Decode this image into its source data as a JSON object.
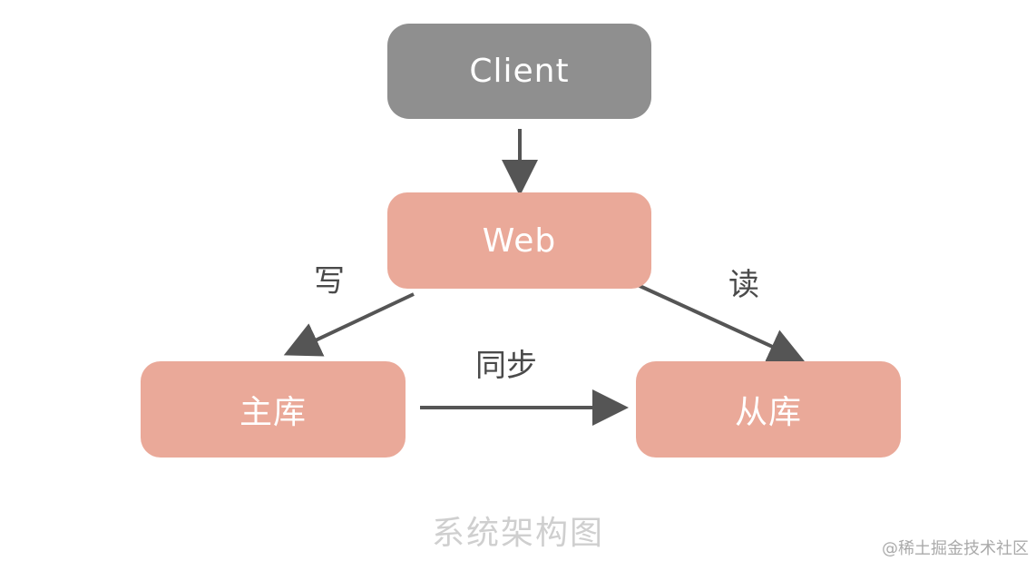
{
  "nodes": {
    "client": "Client",
    "web": "Web",
    "master": "主库",
    "slave": "从库"
  },
  "edges": {
    "write": "写",
    "read": "读",
    "sync": "同步"
  },
  "caption": "系统架构图",
  "watermark": "@稀土掘金技术社区",
  "colors": {
    "client_fill": "#8f8f8f",
    "node_fill": "#eaa999",
    "node_text": "#ffffff",
    "arrow": "#555555",
    "label_text": "#4a4a4a",
    "caption_text": "#cfcfcf",
    "watermark_text": "#aaaaaa"
  }
}
